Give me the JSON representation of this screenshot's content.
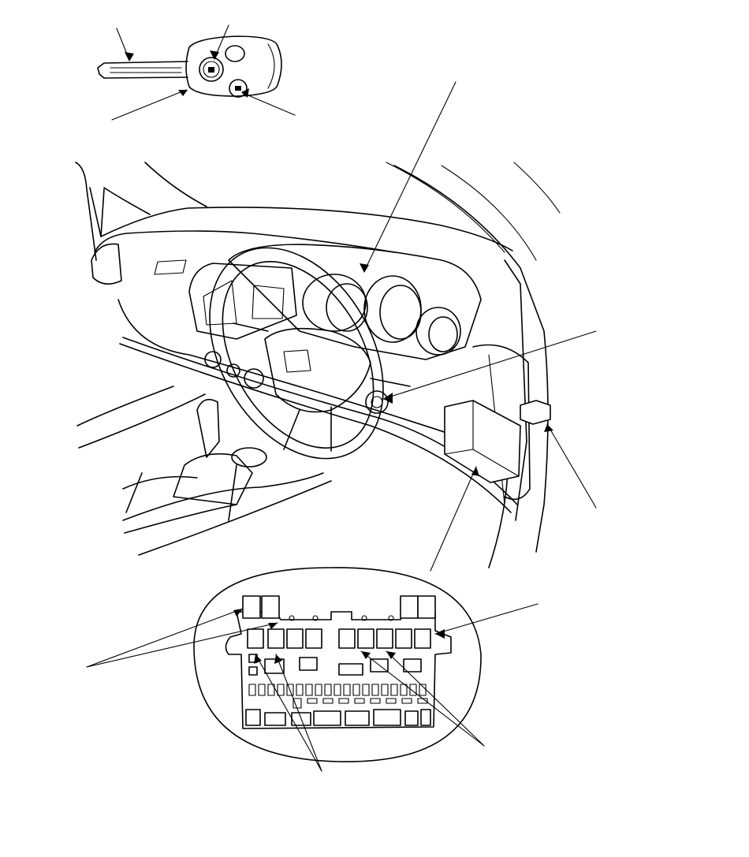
{
  "figure": {
    "background": "#ffffff",
    "line_color": "#000000"
  },
  "parts": {
    "key": "keyless-remote-key",
    "lock_button": "lock-button-icon",
    "unlock_button": "unlock-button-icon",
    "dashboard": "dashboard",
    "steering_wheel": "steering-wheel",
    "gauge_cluster": "gauge-cluster",
    "ignition_switch": "ignition-switch",
    "control_unit": "control-unit-box",
    "door_switch": "door-switch",
    "fuse_box": "under-dash-fuse-relay-box"
  }
}
